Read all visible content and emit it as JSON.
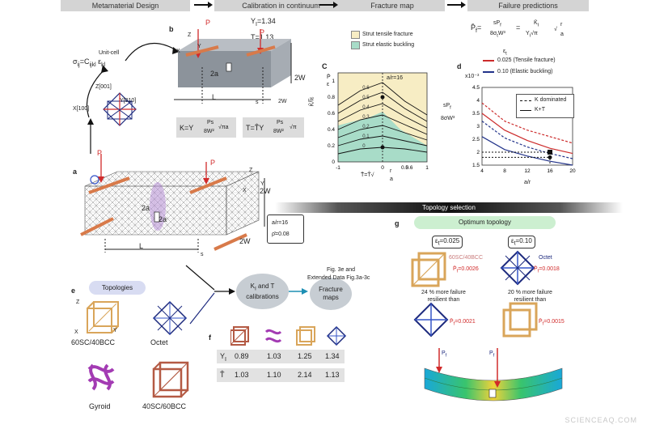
{
  "header": {
    "steps": [
      "Metamaterial Design",
      "Calibration in continuum",
      "Fracture map",
      "Failure predictions"
    ]
  },
  "panel_labels": {
    "a": "a",
    "b": "b",
    "c": "C",
    "d": "d",
    "e": "e",
    "f": "f",
    "g": "g"
  },
  "left_top": {
    "sigma_eq": "σ",
    "sigma_sub": "ij",
    "c_unit": "Unit-cell",
    "c_eq": "=C",
    "c_sub": "ijkl",
    "eps": "ε",
    "eps_sub": "kl",
    "axis_z": "Z[001]",
    "axis_y": "Y[010]",
    "axis_x": "X[100]"
  },
  "panel_b": {
    "Y1": "Y",
    "Y1_sub": "I",
    "Y1_val": "=1.34",
    "Tbar": "T",
    "Tbar_val": "=1.13",
    "P_left": "P",
    "P_right": "P",
    "axis_z": "Z",
    "axis_y": "Y",
    "axis_x": "X",
    "crack": "2a",
    "L": "L",
    "s": "s",
    "two_w_right": "2W",
    "two_w_bottom": "2W",
    "k_formula": "K",
    "k_formula_rest": "=Y",
    "k_frac_top": "Ps",
    "k_frac_bot": "8W²",
    "k_sqrt": "√πa",
    "t_formula": "T=T̂Y",
    "t_frac_top": "Ps",
    "t_frac_bot": "8W²",
    "t_sqrt": "√π"
  },
  "panel_a": {
    "P_left": "P",
    "P_right": "P",
    "axis_z": "Z",
    "axis_y": "Y",
    "axis_x": "X",
    "crack_top": "2a",
    "crack_bot": "2a",
    "L": "L",
    "s": "s",
    "two_w": "2W",
    "w": "2W",
    "ratio": "a/r=16",
    "rho": "ρ̄=0.08"
  },
  "topology_band": "Topology selection",
  "panel_c": {
    "legend_tensile": "Strut tensile fracture",
    "legend_buckling": "Strut elastic buckling",
    "color_tensile": "#f7edc4",
    "color_buckling": "#a8dcc8",
    "y_label_top": "P̄",
    "y_label_bot": "ε",
    "y_axis_title": "K̄/I̅ε",
    "x_label": "T̄=T̂",
    "x_label_sqrt": "√",
    "x_label_r": "r",
    "x_label_a": "a",
    "ar_note": "a/r=16",
    "curve_labels": [
      "0.6",
      "0.5",
      "0.4",
      "0.3",
      "0.2",
      "0.1",
      "0"
    ]
  },
  "panel_d": {
    "formula": "P̄",
    "formula_sub": "f",
    "formula_eq": "=",
    "formula_num": "sP",
    "formula_num_sub": "f",
    "formula_den": "8σ",
    "formula_den_sub": "t",
    "formula_den_rest": "W³",
    "formula_eq2": "=",
    "formula_right_num": "K̄",
    "formula_right_num_sub": "I",
    "formula_right_den": "Y",
    "formula_right_den_sub": "I",
    "formula_right_sqrt": "√π",
    "formula_right_sqrt2": "√",
    "formula_right_r": "r",
    "formula_right_a": "a",
    "eps_header": "ε",
    "eps_header_sub": "t",
    "legend1": "0.025 (Tensile fracture)",
    "legend2": "0.10   (Elastic buckling)",
    "legend_k": "K dominated",
    "legend_kt": "K+T",
    "y_title_top": "sP",
    "y_title_top_sub": "f",
    "y_title_bot": "8σ",
    "y_title_bot_rest": "W³",
    "exp": "x10⁻³",
    "x_title": "a/r",
    "color_red": "#cc2b2b",
    "color_blue": "#22338a"
  },
  "panel_e": {
    "title": "Topologies",
    "items": [
      "60SC/40BCC",
      "Octet",
      "Gyroid",
      "40SC/60BCC"
    ],
    "axes": [
      "Z",
      "Y",
      "X"
    ]
  },
  "flow": {
    "calibrations_line1": "K",
    "calibrations_sub": "I",
    "calibrations_line1_rest": " and T",
    "calibrations_line2": "calibrations",
    "fracture_maps": "Fracture\nmaps",
    "fig_ref_line1": "Fig. 3e and",
    "fig_ref_line2": "Extended Data Fig.3a-3c"
  },
  "panel_f": {
    "rows": [
      {
        "label": "Y",
        "sub": "I",
        "values": [
          "0.89",
          "1.03",
          "1.25",
          "1.34"
        ]
      },
      {
        "label": "T̂",
        "sub": "",
        "values": [
          "1.03",
          "1.10",
          "2.14",
          "1.13"
        ]
      }
    ]
  },
  "panel_g": {
    "title": "Optimum topology",
    "eps_left": "ε",
    "eps_left_val": "=0.025",
    "eps_right": "ε",
    "eps_right_val": "=0.10",
    "top_left_name": "60SC/40BCC",
    "top_left_p": "P̄",
    "top_left_p_val": "=0.0026",
    "top_right_name": "Octet",
    "top_right_p": "P̄",
    "top_right_p_val": "=0.0018",
    "text_left": "24 % more failure\nresilient than",
    "text_right": "20 % more failure\nresilient than",
    "bottom_left_p": "P̄",
    "bottom_left_p_val": "=0.0021",
    "bottom_right_p": "P̄",
    "bottom_right_p_val": "=0.0015",
    "beam_p1": "P",
    "beam_p1_sub": "f",
    "beam_p2": "P",
    "beam_p2_sub": "f",
    "color_pink": "#c97b7b",
    "color_red": "#d12a2a",
    "color_navy": "#1d2a7e"
  },
  "watermark": "SCIENCEAQ.COM",
  "chart_data": [
    {
      "type": "line",
      "title": "",
      "xlabel": "T̄=T̂√(r/a)",
      "ylabel": "K̄I/I̅ε",
      "xlim": [
        -1,
        1
      ],
      "ylim": [
        0,
        1.1
      ],
      "x_ticks": [
        "-1",
        "0.6",
        "0",
        "0.5",
        "1"
      ],
      "y_ticks": [
        "0",
        "0.2",
        "0.4",
        "0.6",
        "0.8",
        "1"
      ],
      "series": [
        {
          "name": "0.6",
          "x": [
            -1,
            -0.5,
            0,
            0.5,
            1
          ],
          "values": [
            0.7,
            0.88,
            0.98,
            0.75,
            0.58
          ]
        },
        {
          "name": "0.5",
          "x": [
            -1,
            -0.5,
            0,
            0.5,
            1
          ],
          "values": [
            0.6,
            0.76,
            0.86,
            0.66,
            0.5
          ]
        },
        {
          "name": "0.4",
          "x": [
            -1,
            -0.5,
            0,
            0.5,
            1
          ],
          "values": [
            0.5,
            0.64,
            0.72,
            0.56,
            0.42
          ]
        },
        {
          "name": "0.3",
          "x": [
            -1,
            -0.5,
            0,
            0.5,
            1
          ],
          "values": [
            0.4,
            0.52,
            0.58,
            0.46,
            0.34
          ]
        },
        {
          "name": "0.2",
          "x": [
            -1,
            -0.5,
            0,
            0.5,
            1
          ],
          "values": [
            0.3,
            0.4,
            0.45,
            0.36,
            0.27
          ]
        },
        {
          "name": "0.1",
          "x": [
            -1,
            -0.5,
            0,
            0.5,
            1
          ],
          "values": [
            0.2,
            0.28,
            0.32,
            0.26,
            0.2
          ]
        },
        {
          "name": "0",
          "x": [
            -1,
            -0.5,
            0,
            0.5,
            1
          ],
          "values": [
            0.1,
            0.16,
            0.18,
            0.16,
            0.12
          ]
        }
      ]
    },
    {
      "type": "line",
      "title": "",
      "xlabel": "a/r",
      "ylabel": "sPf/8σtW³",
      "xlim": [
        4,
        20
      ],
      "ylim": [
        1.5,
        4.5
      ],
      "x_ticks": [
        "4",
        "8",
        "12",
        "16",
        "20"
      ],
      "y_ticks": [
        "1.5",
        "2",
        "2.5",
        "3",
        "3.5",
        "4",
        "4.5"
      ],
      "series": [
        {
          "name": "0.025 K dominated",
          "x": [
            4,
            8,
            12,
            16,
            20
          ],
          "values": [
            3.9,
            3.2,
            2.85,
            2.6,
            2.35
          ]
        },
        {
          "name": "0.025 K+T",
          "x": [
            4,
            8,
            12,
            16,
            20
          ],
          "values": [
            3.5,
            2.85,
            2.45,
            2.15,
            1.95
          ]
        },
        {
          "name": "0.10 K dominated",
          "x": [
            4,
            8,
            12,
            16,
            20
          ],
          "values": [
            3.2,
            2.55,
            2.2,
            1.95,
            1.75
          ]
        },
        {
          "name": "0.10 K+T",
          "x": [
            4,
            8,
            12,
            16,
            20
          ],
          "values": [
            2.6,
            2.1,
            1.85,
            1.65,
            1.5
          ]
        }
      ]
    }
  ]
}
